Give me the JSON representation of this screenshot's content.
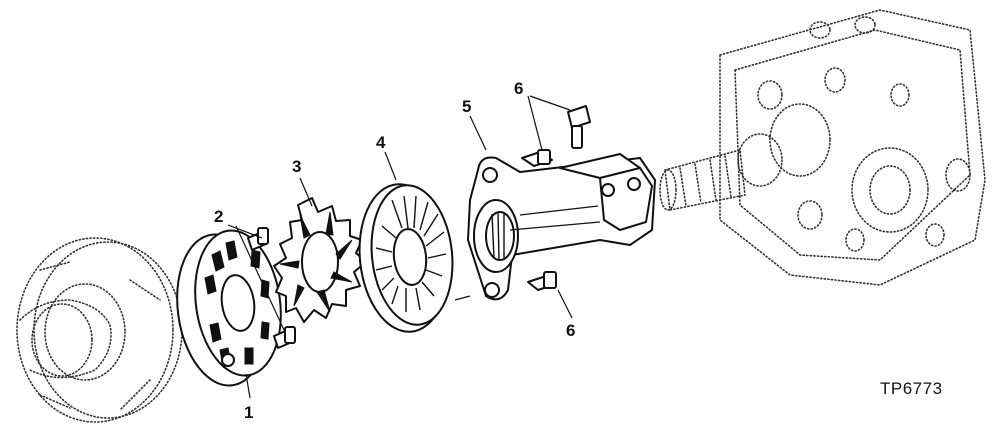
{
  "diagram": {
    "callouts": [
      "1",
      "2",
      "3",
      "4",
      "5",
      "6",
      "6"
    ],
    "figure_id": "TP6773"
  }
}
